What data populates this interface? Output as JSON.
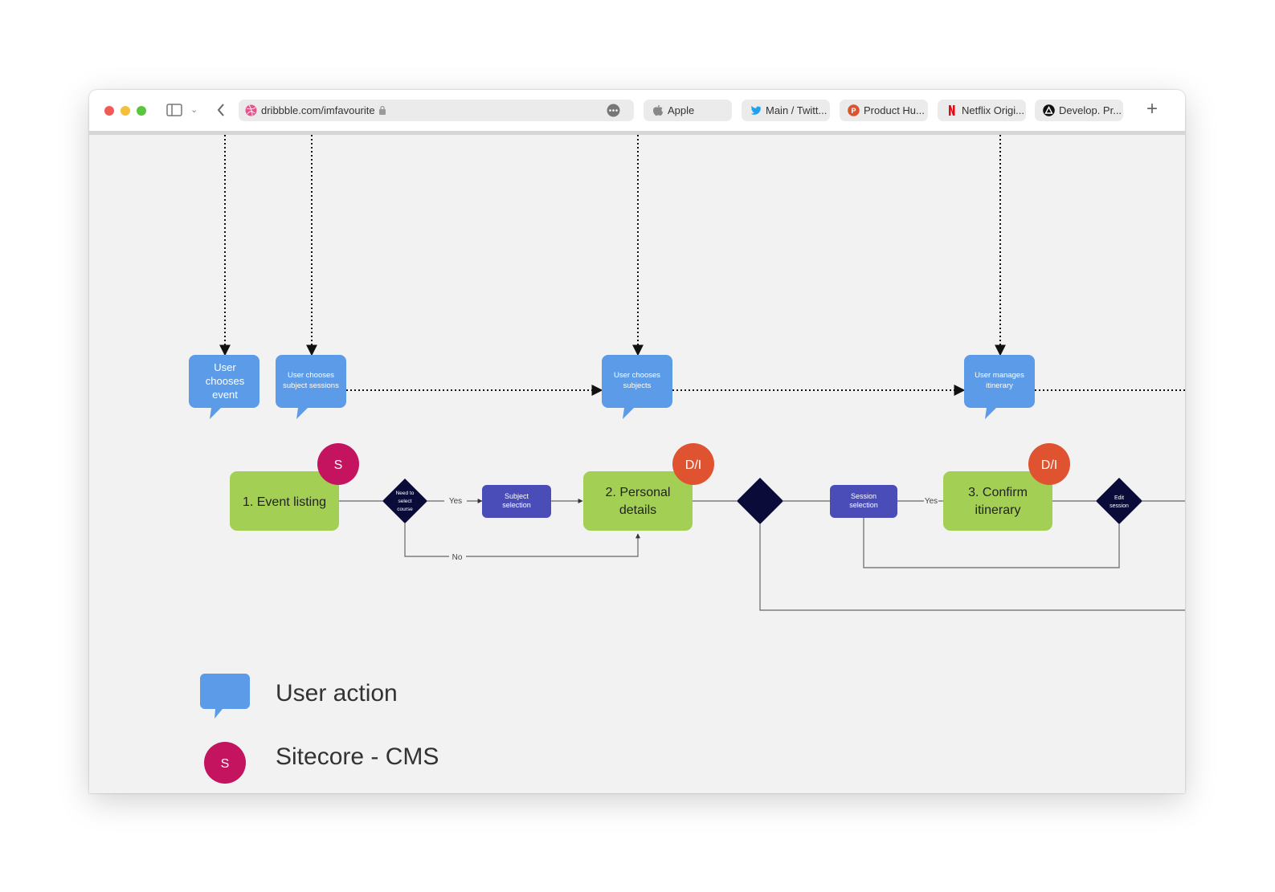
{
  "browser": {
    "url": "dribbble.com/imfavourite",
    "tabs": [
      {
        "label": "Apple",
        "icon": "apple-icon"
      },
      {
        "label": "Main / Twitt...",
        "icon": "twitter-icon"
      },
      {
        "label": "Product Hu...",
        "icon": "product-hunt-icon"
      },
      {
        "label": "Netflix Origi...",
        "icon": "netflix-icon"
      },
      {
        "label": "Develop. Pr...",
        "icon": "triangle-icon"
      }
    ]
  },
  "flow": {
    "user_actions": [
      {
        "lines": [
          "User",
          "chooses",
          "event"
        ]
      },
      {
        "lines": [
          "User chooses",
          "subject sessions"
        ]
      },
      {
        "lines": [
          "User chooses",
          "subjects"
        ]
      },
      {
        "lines": [
          "User manages",
          "itinerary"
        ]
      }
    ],
    "steps": [
      {
        "lines": [
          "1. Event listing"
        ],
        "badge": "S"
      },
      {
        "lines": [
          "2. Personal",
          "details"
        ],
        "badge": "D/I"
      },
      {
        "lines": [
          "3. Confirm",
          "itinerary"
        ],
        "badge": "D/I"
      }
    ],
    "decisions": [
      {
        "lines": [
          "Need to",
          "select",
          "course"
        ]
      },
      {
        "lines": []
      },
      {
        "lines": [
          "Edit",
          "session"
        ]
      }
    ],
    "processes": [
      {
        "lines": [
          "Subject",
          "selection"
        ]
      },
      {
        "lines": [
          "Session",
          "selection"
        ]
      }
    ],
    "edge_labels": {
      "yes_1": "Yes",
      "no_1": "No",
      "yes_2": "Yes"
    }
  },
  "legend": {
    "items": [
      {
        "label": "User action"
      },
      {
        "label": "Sitecore - CMS",
        "badge": "S"
      }
    ]
  },
  "colors": {
    "bubble": "#5b9be8",
    "step": "#a4cf55",
    "process": "#4a4cb8",
    "decision": "#0b0b3a",
    "badge_cms": "#c5145f",
    "badge_di": "#e05330"
  }
}
